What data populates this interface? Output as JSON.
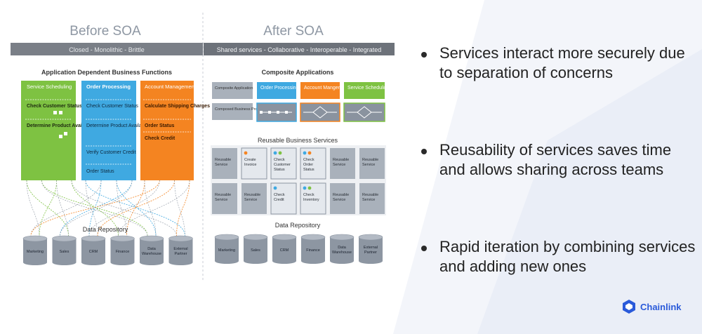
{
  "colors": {
    "green": "#7ec242",
    "blue": "#3fa9e1",
    "orange": "#f48421",
    "header_bar": "#7a7f87",
    "cylinder": "#8d96a2",
    "box_gray": "#a9b1bb",
    "chainlink": "#2a5ada"
  },
  "left": {
    "title": "Before SOA",
    "subtitle": "Closed - Monolithic - Brittle",
    "section_title": "Application Dependent Business Functions",
    "columns": [
      {
        "header": "Service Scheduling",
        "items": [
          "Check Customer Status",
          "Determine Product Availability"
        ]
      },
      {
        "header": "Order Processing",
        "items": [
          "Check Customer Status",
          "Determine Product Availability",
          "Verify Customer Credit",
          "Order Status"
        ]
      },
      {
        "header": "Account Management",
        "items": [
          "Calculate Shipping Charges",
          "Order Status",
          "Check Credit"
        ]
      }
    ],
    "repo_title": "Data Repository",
    "repos": [
      "Marketing",
      "Sales",
      "CRM",
      "Finance",
      "Data Warehouse",
      "External Partner"
    ]
  },
  "right": {
    "title": "After SOA",
    "subtitle": "Shared services - Collaborative - Interoperable - Integrated",
    "section_title": "Composite Applications",
    "composite_label": "Composite Application",
    "apps": [
      "Order Processing",
      "Account Mangement",
      "Service Scheduling"
    ],
    "process_label": "Composed Business Process",
    "reusable_title": "Reusable Business Services",
    "reusable_generic": "Reusable Service",
    "services": [
      "Create Invoice",
      "Check Customer Status",
      "Check Order Status",
      "Check Credit",
      "Check Inventory"
    ],
    "repo_title": "Data Repository",
    "repos": [
      "Marketing",
      "Sales",
      "CRM",
      "Finance",
      "Data Warehouse",
      "External Partner"
    ]
  },
  "bullets": [
    "Services interact more securely due to separation of concerns",
    "Reusability of services saves time and allows sharing across teams",
    "Rapid iteration by combining services and adding new ones"
  ],
  "brand": {
    "name": "Chainlink",
    "logo_icon": "hexagon-logo-icon"
  }
}
